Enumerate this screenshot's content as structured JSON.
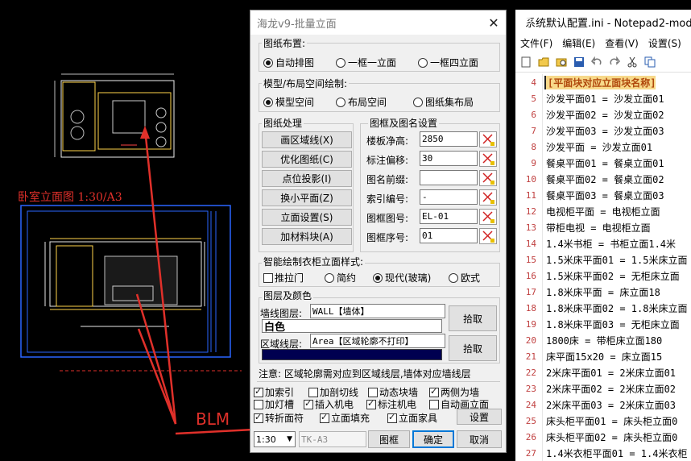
{
  "cad": {
    "drawing_label": "卧室立面图 1:30/A3",
    "annotation": "BLM"
  },
  "dialog": {
    "title": "海龙v9-批量立面",
    "close_icon": "close-icon",
    "layout_group": {
      "legend": "图纸布置:",
      "options": [
        "自动排图",
        "一框一立面",
        "一框四立面"
      ],
      "selected": "自动排图"
    },
    "space_group": {
      "legend": "模型/布局空间绘制:",
      "options": [
        "模型空间",
        "布局空间",
        "图纸集布局"
      ],
      "selected": "模型空间"
    },
    "process_group": {
      "legend": "图纸处理",
      "buttons": [
        "画区域线(X)",
        "优化图纸(C)",
        "点位投影(I)",
        "换小平面(Z)",
        "立面设置(S)",
        "加材料块(A)"
      ]
    },
    "frame_group": {
      "legend": "图框及图名设置",
      "fields": [
        {
          "label": "楼板净高:",
          "value": "2850"
        },
        {
          "label": "标注偏移:",
          "value": "30"
        },
        {
          "label": "图名前缀:",
          "value": ""
        },
        {
          "label": "索引编号:",
          "value": "-"
        },
        {
          "label": "图框图号:",
          "value": "EL-01"
        },
        {
          "label": "图框序号:",
          "value": "01"
        }
      ]
    },
    "wardrobe_group": {
      "legend": "智能绘制衣柜立面样式:",
      "options": [
        {
          "label": "推拉门",
          "type": "checkbox",
          "checked": false
        },
        {
          "label": "简约",
          "type": "radio",
          "checked": false
        },
        {
          "label": "现代(玻璃)",
          "type": "radio",
          "checked": true
        },
        {
          "label": "欧式",
          "type": "radio",
          "checked": false
        }
      ]
    },
    "layer_group": {
      "legend": "图层及颜色",
      "wall_label": "墙线图层:",
      "wall_value": "WALL【墙体】",
      "wall_color": "白色",
      "pick1": "拾取",
      "region_label": "区域线层:",
      "region_value": "Area【区域轮廓不打印】",
      "region_color_hex": "#000050",
      "pick2": "拾取"
    },
    "note": "注意: 区域轮廓需对应到区域线层,墙体对应墙线层",
    "checks": [
      {
        "label": "加索引",
        "checked": true
      },
      {
        "label": "加剖切线",
        "checked": false
      },
      {
        "label": "动态块墙",
        "checked": false
      },
      {
        "label": "两侧为墙",
        "checked": true
      },
      {
        "label": "加灯槽",
        "checked": false
      },
      {
        "label": "插入机电",
        "checked": true
      },
      {
        "label": "标注机电",
        "checked": true
      },
      {
        "label": "自动画立面",
        "checked": false
      },
      {
        "label": "转折面符",
        "checked": true
      },
      {
        "label": "立面填充",
        "checked": true
      },
      {
        "label": "立面家具",
        "checked": true
      }
    ],
    "settings_button": "设置",
    "scale_select": "1:30",
    "paper_field": "TK-A3",
    "frame_button": "图框",
    "ok_button": "确定",
    "cancel_button": "取消"
  },
  "notepad": {
    "title": "系统默认配置.ini - Notepad2-mod",
    "menu": [
      "文件(F)",
      "编辑(E)",
      "查看(V)",
      "设置(S)"
    ],
    "lines": [
      {
        "n": "4",
        "text": "[平面块对应立面块名称]",
        "section": true
      },
      {
        "n": "5",
        "text": "沙发平面01 = 沙发立面01"
      },
      {
        "n": "6",
        "text": "沙发平面02 = 沙发立面02"
      },
      {
        "n": "7",
        "text": "沙发平面03 = 沙发立面03"
      },
      {
        "n": "8",
        "text": "沙发平面 = 沙发立面01"
      },
      {
        "n": "9",
        "text": "餐桌平面01 = 餐桌立面01"
      },
      {
        "n": "10",
        "text": "餐桌平面02 = 餐桌立面02"
      },
      {
        "n": "11",
        "text": "餐桌平面03 = 餐桌立面03"
      },
      {
        "n": "12",
        "text": "电视柜平面 = 电视柜立面"
      },
      {
        "n": "13",
        "text": "带柜电视 = 电视柜立面"
      },
      {
        "n": "14",
        "text": "1.4米书柜 = 书柜立面1.4米"
      },
      {
        "n": "15",
        "text": "1.5米床平面01 = 1.5米床立面"
      },
      {
        "n": "16",
        "text": "1.5米床平面02 = 无柜床立面"
      },
      {
        "n": "17",
        "text": "1.8米床平面 = 床立面18"
      },
      {
        "n": "18",
        "text": "1.8米床平面02 = 1.8米床立面"
      },
      {
        "n": "19",
        "text": "1.8米床平面03 = 无柜床立面"
      },
      {
        "n": "20",
        "text": "1800床 = 带柜床立面180"
      },
      {
        "n": "21",
        "text": "床平面15x20 = 床立面15"
      },
      {
        "n": "22",
        "text": "2米床平面01 = 2米床立面01"
      },
      {
        "n": "23",
        "text": "2米床平面02 = 2米床立面02"
      },
      {
        "n": "24",
        "text": "2米床平面03 = 2米床立面03"
      },
      {
        "n": "25",
        "text": "床头柜平面01 = 床头柜立面0"
      },
      {
        "n": "26",
        "text": "床头柜平面02 = 床头柜立面0"
      },
      {
        "n": "27",
        "text": "1.4米衣柜平面01 = 1.4米衣柜"
      }
    ]
  }
}
